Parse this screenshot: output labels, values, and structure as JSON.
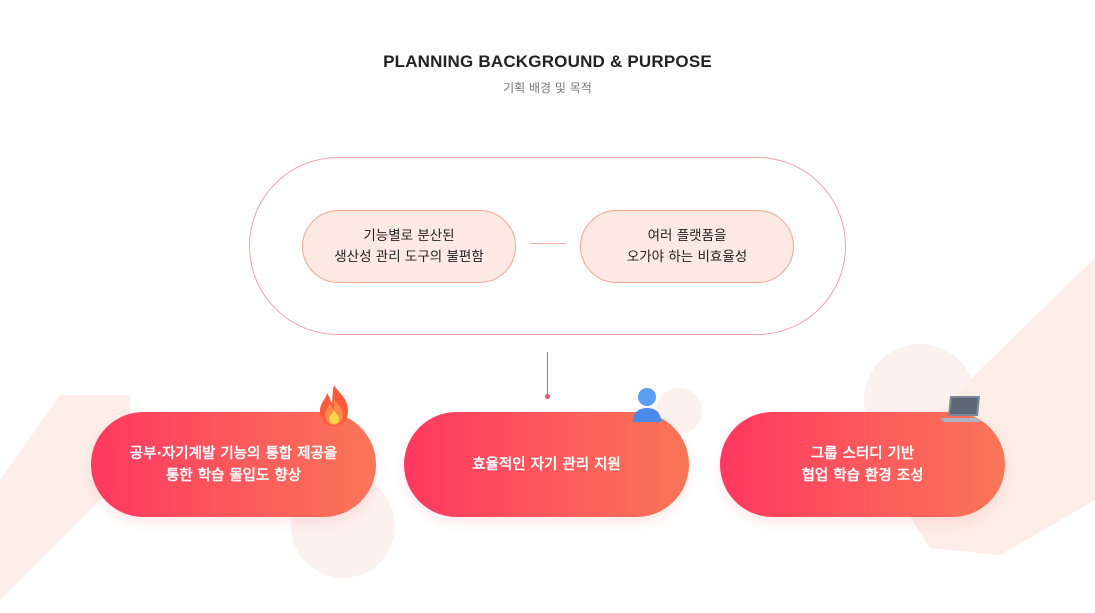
{
  "header": {
    "title": "PLANNING BACKGROUND & PURPOSE",
    "subtitle": "기획 배경 및 목적"
  },
  "problems": [
    {
      "line1": "기능별로 분산된",
      "line2": "생산성 관리 도구의 불편함"
    },
    {
      "line1": "여러 플랫폼을",
      "line2": "오가야 하는 비효율성"
    }
  ],
  "purposes": [
    {
      "line1": "공부·자기계발 기능의 통합 제공을",
      "line2": "통한 학습 몰입도 향상",
      "icon": "fire-icon"
    },
    {
      "line1": "효율적인 자기 관리 지원",
      "line2": "",
      "icon": "user-icon"
    },
    {
      "line1": "그룹 스터디 기반",
      "line2": "협업 학습 환경 조성",
      "icon": "laptop-icon"
    }
  ],
  "colors": {
    "accent": "#ff3861",
    "accent_end": "#f97658",
    "soft_pink": "#fde9e3",
    "outline": "#f2a1a8"
  }
}
